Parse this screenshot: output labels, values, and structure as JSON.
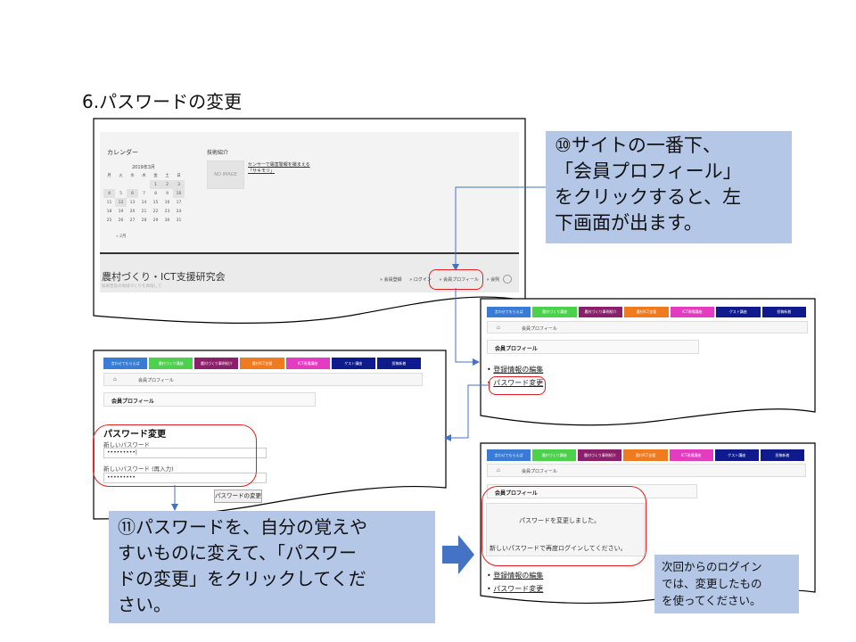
{
  "slide": {
    "title": "6.パスワードの変更"
  },
  "shot1": {
    "calendar_title": "カレンダー",
    "calendar_month": "2019年3月",
    "weekdays": [
      "月",
      "火",
      "水",
      "木",
      "金",
      "土",
      "日"
    ],
    "rows": [
      [
        "",
        "",
        "",
        "",
        "1",
        "2",
        "3"
      ],
      [
        "4",
        "5",
        "6",
        "7",
        "8",
        "9",
        "10"
      ],
      [
        "11",
        "12",
        "13",
        "14",
        "15",
        "16",
        "17"
      ],
      [
        "18",
        "19",
        "20",
        "21",
        "22",
        "23",
        "24"
      ],
      [
        "25",
        "26",
        "27",
        "28",
        "29",
        "30",
        "31"
      ]
    ],
    "prev_month": "« 2月",
    "tech_title": "技術紹介",
    "no_image": "NO IMAGE",
    "tech_link": "センサーで霜害警報を撮まえる「サキモリ」",
    "site_name": "農村づくり・ICT支援研究会",
    "site_sub": "技術普及の地域づくりを目指して",
    "footer_links": [
      "» 会員登録",
      "» ログイン",
      "» 会員プロフィール",
      "» 会則"
    ]
  },
  "callouts": {
    "c10": [
      "⑩サイトの一番下、",
      "「会員プロフィール」",
      "をクリックすると、左",
      "下画面が出ます。"
    ],
    "c11": [
      "⑪パスワードを、自分の覚えや",
      "すいものに変えて、「パスワー",
      "ドの変更」をクリックしてくだ",
      "さい。"
    ],
    "next": [
      "次回からのログイン",
      "では、変更したもの",
      "を使ってください。"
    ]
  },
  "nav": [
    "言わせてもらえば",
    "農村づくり講座",
    "農村づくり事例紹介",
    "農村ICT支援",
    "ICT現場講座",
    "ゲスト講座",
    "投稿新着"
  ],
  "nav_colors": [
    "#3a7bd5",
    "#4bd14b",
    "#8a1f6a",
    "#f07a1e",
    "#e43cc0",
    "#0f1b8c",
    "#0f1b8c"
  ],
  "breadcrumb": {
    "home": "⌂",
    "label": "会員プロフィール"
  },
  "profile": {
    "heading": "会員プロフィール",
    "edit_link": "登録情報の編集",
    "pw_link": "パスワード変更"
  },
  "pwform": {
    "heading": "パスワード変更",
    "new_label": "新しいパスワード",
    "new_value": "•••••••••|",
    "confirm_label": "新しいパスワード (再入力)",
    "confirm_value": "•••••••••",
    "button": "パスワードの変更"
  },
  "done": {
    "line1": "パスワードを変更しました。",
    "line2": "新しいパスワードで再度ログインしてください。"
  },
  "colors": {
    "callout": "#b4c7e7",
    "red": "#e02020",
    "arrow": "#4472c4"
  }
}
